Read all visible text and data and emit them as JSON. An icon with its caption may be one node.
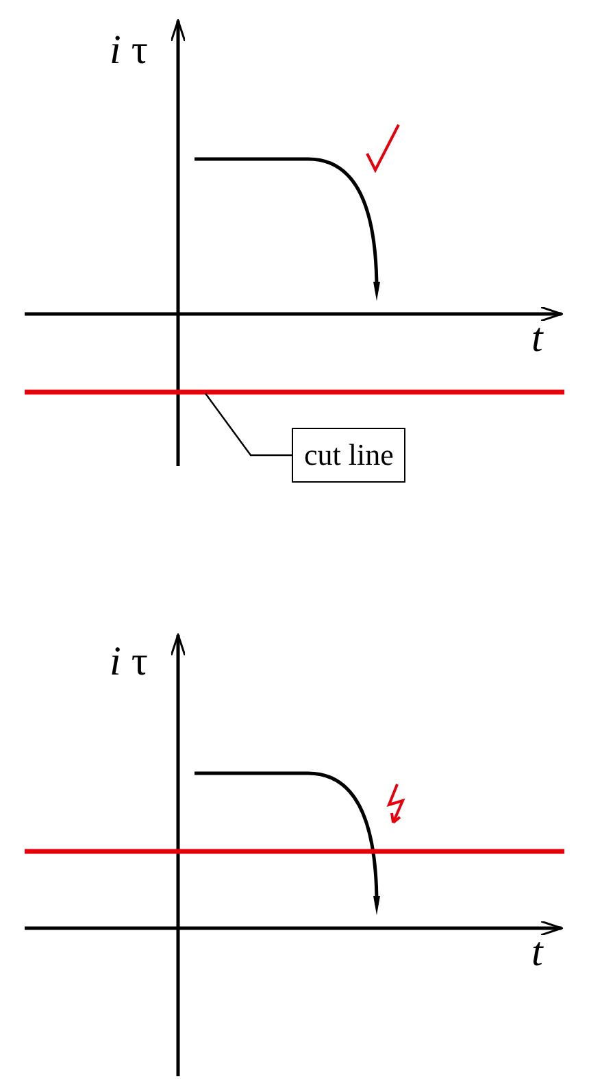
{
  "diagram": {
    "nodes": [
      {
        "text": [
          "cut line"
        ]
      },
      {
        "text": [],
        "shape": "line"
      }
    ],
    "edges": [
      {
        "from": 0,
        "to": 1,
        "arrow": "none"
      }
    ],
    "labels": [
      "*i* τ",
      "t",
      "*i* τ",
      "t"
    ]
  }
}
